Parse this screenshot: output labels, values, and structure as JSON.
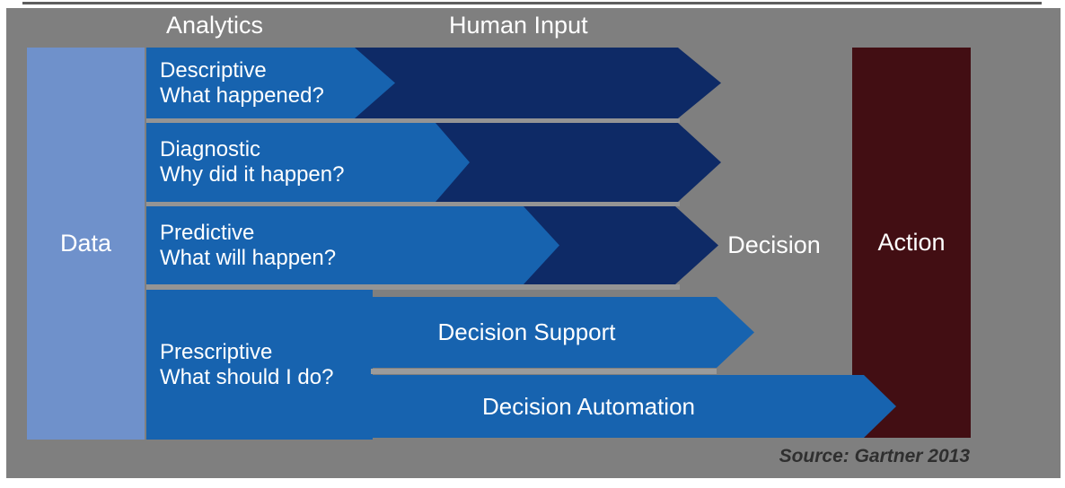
{
  "header": {
    "analytics": "Analytics",
    "human_input": "Human Input"
  },
  "data_box": {
    "label": "Data"
  },
  "rows": [
    {
      "title": "Descriptive",
      "question": "What happened?"
    },
    {
      "title": "Diagnostic",
      "question": "Why did it happen?"
    },
    {
      "title": "Predictive",
      "question": "What will happen?"
    },
    {
      "title": "Prescriptive",
      "question": "What should I do?"
    }
  ],
  "sub_arrows": {
    "decision_support": "Decision Support",
    "decision_automation": "Decision Automation"
  },
  "decision_label": "Decision",
  "action_label": "Action",
  "source_caption": "Source: Gartner 2013",
  "colors": {
    "panel": "#7f7f7f",
    "blue": "#1763af",
    "navy": "#0e2a66",
    "light-blue": "#6f91cb",
    "maroon": "#420e13",
    "separator": "#949494"
  }
}
